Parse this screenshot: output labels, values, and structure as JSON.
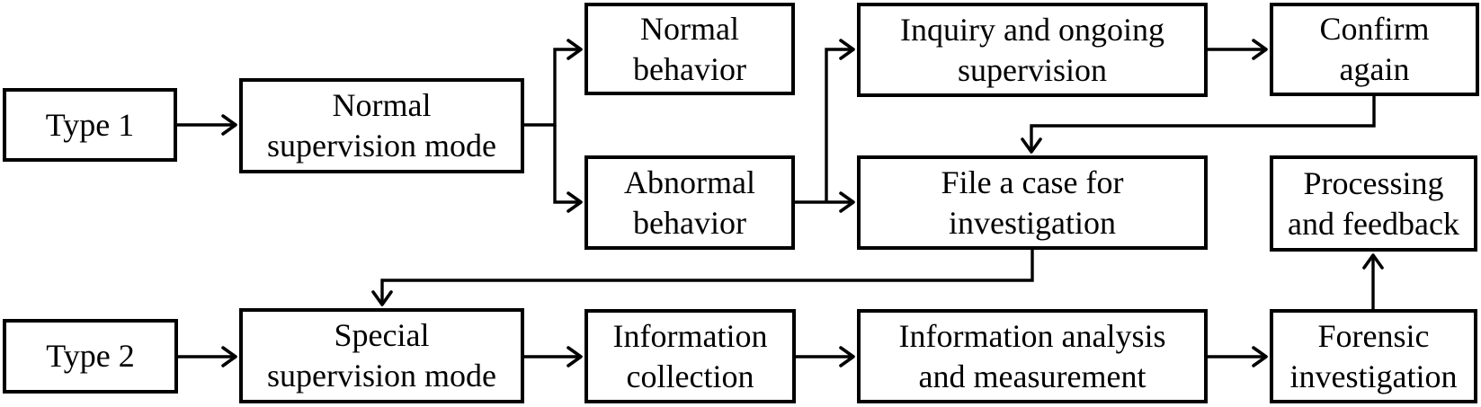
{
  "diagram": {
    "type": "flowchart",
    "background": "#ffffff",
    "colors": {
      "line": "#000000",
      "box_border": "#000000",
      "box_fill": "#ffffff",
      "text": "#000000"
    },
    "nodes": {
      "type1": {
        "label": "Type 1"
      },
      "normal_supervision": {
        "label": "Normal\nsupervision mode"
      },
      "normal_behavior": {
        "label": "Normal\nbehavior"
      },
      "abnormal_behavior": {
        "label": "Abnormal\nbehavior"
      },
      "inquiry": {
        "label": "Inquiry and ongoing\nsupervision"
      },
      "confirm_again": {
        "label": "Confirm\nagain"
      },
      "file_case": {
        "label": "File a case for\ninvestigation"
      },
      "processing_feedback": {
        "label": "Processing\nand feedback"
      },
      "type2": {
        "label": "Type 2"
      },
      "special_supervision": {
        "label": "Special\nsupervision mode"
      },
      "info_collection": {
        "label": "Information\ncollection"
      },
      "info_analysis": {
        "label": "Information analysis\nand measurement"
      },
      "forensic": {
        "label": "Forensic\ninvestigation"
      }
    },
    "connections": [
      {
        "from": "Type 1",
        "to": "Normal supervision mode"
      },
      {
        "from": "Normal supervision mode",
        "to": "Normal behavior"
      },
      {
        "from": "Normal supervision mode",
        "to": "Abnormal behavior"
      },
      {
        "from": "Abnormal behavior",
        "to": "Inquiry and ongoing supervision"
      },
      {
        "from": "Abnormal behavior",
        "to": "File a case for investigation"
      },
      {
        "from": "Inquiry and ongoing supervision",
        "to": "Confirm again"
      },
      {
        "from": "Confirm again",
        "to": "File a case for investigation"
      },
      {
        "from": "File a case for investigation",
        "to": "Special supervision mode"
      },
      {
        "from": "Type 2",
        "to": "Special supervision mode"
      },
      {
        "from": "Special supervision mode",
        "to": "Information collection"
      },
      {
        "from": "Information collection",
        "to": "Information analysis and measurement"
      },
      {
        "from": "Information analysis and measurement",
        "to": "Forensic investigation"
      },
      {
        "from": "Forensic investigation",
        "to": "Processing and feedback"
      }
    ]
  }
}
